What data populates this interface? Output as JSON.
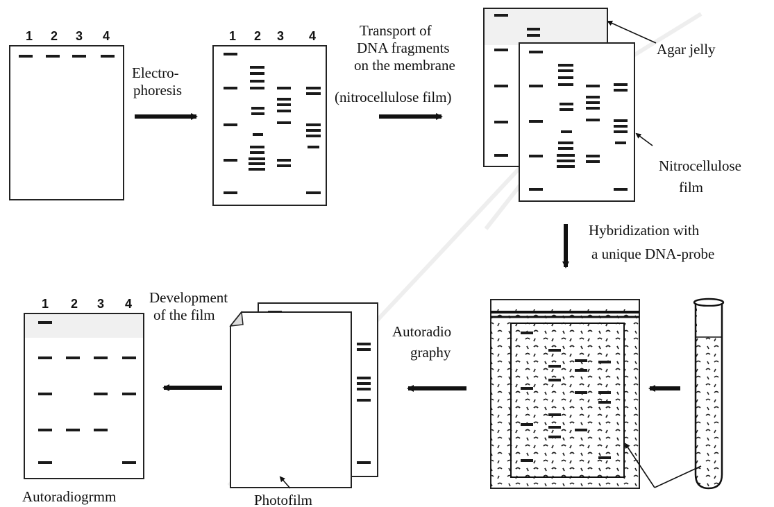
{
  "lanes": [
    "1",
    "2",
    "3",
    "4"
  ],
  "labels": {
    "electrophoresis_1": "Electro-",
    "electrophoresis_2": "phoresis",
    "transport_1": "Transport of",
    "transport_2": "DNA fragments",
    "transport_3": "on the membrane",
    "transport_4": "(nitrocellulose film)",
    "agar": "Agar jelly",
    "nitro_1": "Nitrocellulose",
    "nitro_2": "film",
    "hybrid_1": "Hybridization with",
    "hybrid_2": "a unique DNA-probe",
    "autoradio_1": "Autoradio",
    "autoradio_2": "graphy",
    "develop_1": "Development",
    "develop_2": "of the film",
    "photofilm": "Photofilm",
    "autoradiogram": "Autoradiogrmm"
  }
}
